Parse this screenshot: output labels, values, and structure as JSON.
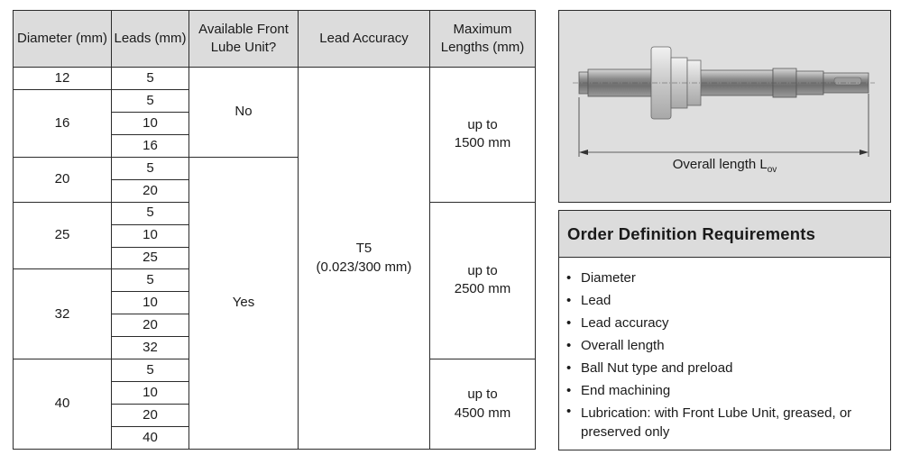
{
  "table": {
    "headers": {
      "diameter": "Diameter (mm)",
      "leads": "Leads (mm)",
      "front_lube": "Available Front Lube Unit?",
      "accuracy": "Lead Accuracy",
      "max_length": "Maximum Lengths (mm)"
    },
    "diameters": [
      "12",
      "16",
      "20",
      "25",
      "32",
      "40"
    ],
    "leads": [
      "5",
      "5",
      "10",
      "16",
      "5",
      "20",
      "5",
      "10",
      "25",
      "5",
      "10",
      "20",
      "32",
      "5",
      "10",
      "20",
      "40"
    ],
    "front_lube": [
      "No",
      "Yes"
    ],
    "accuracy": {
      "class": "T5",
      "spec": "(0.023/300 mm)"
    },
    "max_lengths": [
      {
        "line1": "up to",
        "line2": "1500 mm"
      },
      {
        "line1": "up to",
        "line2": "2500 mm"
      },
      {
        "line1": "up to",
        "line2": "4500 mm"
      }
    ]
  },
  "drawing": {
    "label": "Overall length L",
    "label_sub": "ov"
  },
  "order": {
    "title": "Order Definition Requirements",
    "items": [
      "Diameter",
      "Lead",
      "Lead accuracy",
      "Overall length",
      "Ball Nut type and preload",
      "End machining",
      "Lubrication: with Front Lube Unit, greased, or preserved only"
    ]
  }
}
